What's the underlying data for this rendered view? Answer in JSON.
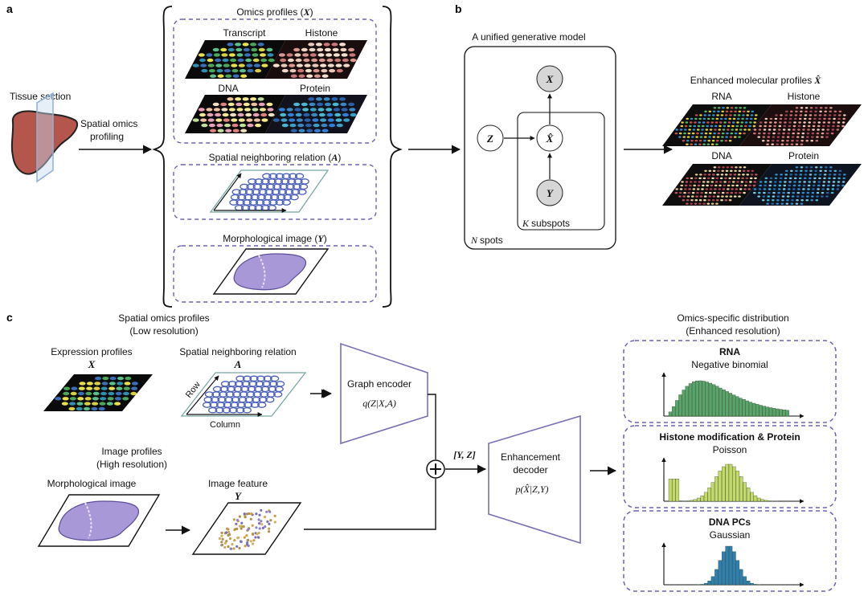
{
  "panels": {
    "a": "a",
    "b": "b",
    "c": "c"
  },
  "panel_a": {
    "tissue_section": "Tissue section",
    "spatial_omics_line1": "Spatial omics",
    "spatial_omics_line2": "profiling",
    "omics_profiles": "Omics profiles (",
    "omics_sym": "X",
    "close_paren": ")",
    "transcript": "Transcript",
    "histone": "Histone",
    "dna": "DNA",
    "protein": "Protein",
    "neighbor_relation": "Spatial neighboring relation (",
    "neighbor_sym": "A",
    "morph_image": "Morphological image (",
    "morph_sym": "Y"
  },
  "panel_b": {
    "title": "A unified generative model",
    "node_x": "X",
    "node_xhat": "X̂",
    "node_z": "Z",
    "node_y": "Y",
    "subspots_k": "K",
    "subspots": "subspots",
    "spots_n": "N",
    "spots": "spots",
    "enhanced_title": "Enhanced molecular profiles",
    "enhanced_sym": "X̂",
    "rna": "RNA",
    "histone": "Histone",
    "dna": "DNA",
    "protein": "Protein"
  },
  "panel_c": {
    "spatial_omics_title1": "Spatial omics profiles",
    "spatial_omics_title2": "(Low resolution)",
    "expression_profiles": "Expression profiles",
    "expr_sym": "X",
    "neighbor_relation": "Spatial neighboring relation",
    "neighbor_sym": "A",
    "row": "Row",
    "column": "Column",
    "graph_encoder": "Graph encoder",
    "encoder_formula": "q(Z|X,A)",
    "image_title1": "Image profiles",
    "image_title2": "(High resolution)",
    "morph_image": "Morphological image",
    "image_feature": "Image feature",
    "image_sym": "Y",
    "concat": "[Y, Z]",
    "enh_decoder1": "Enhancement",
    "enh_decoder2": "decoder",
    "decoder_formula": "p(X̂|Z,Y)",
    "dist_title1": "Omics-specific distribution",
    "dist_title2": "(Enhanced resolution)",
    "dist1_title": "RNA",
    "dist1_name": "Negative binomial",
    "dist2_title": "Histone modification & Protein",
    "dist2_name": "Poisson",
    "dist3_title": "DNA PCs",
    "dist3_name": "Gaussian"
  },
  "colors": {
    "dashed_border": "#6a64b0",
    "liver": "#b5564d",
    "nb_green": "#5aa36a",
    "poisson_yellow": "#c5d86a",
    "gauss_blue": "#2f7fb0",
    "encoder_stroke": "#7a6fb4",
    "tissue_purple": "#9c8ccf"
  }
}
